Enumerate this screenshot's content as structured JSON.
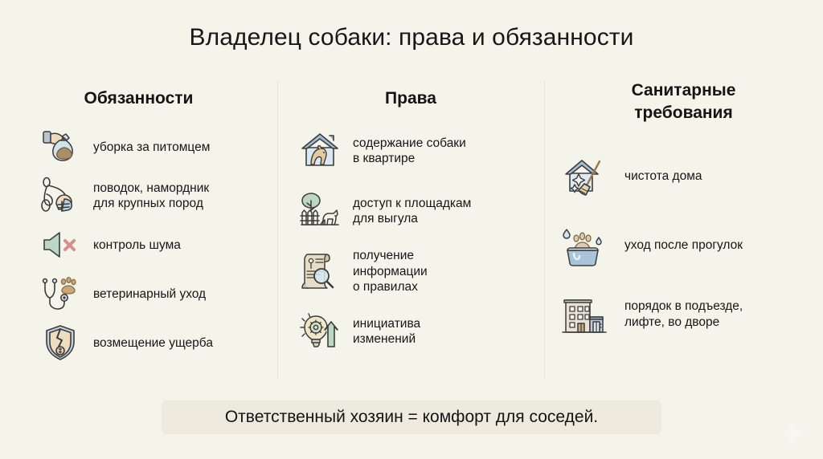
{
  "title": "Владелец собаки: права и обязанности",
  "columns": [
    {
      "heading": "Обязанности",
      "items": [
        {
          "icon": "hand-waste-bag-icon",
          "label": "уборка за питомцем"
        },
        {
          "icon": "leash-muzzle-icon",
          "label": "поводок, намордник\nдля крупных пород"
        },
        {
          "icon": "speaker-mute-icon",
          "label": "контроль шума"
        },
        {
          "icon": "stethoscope-paw-icon",
          "label": "ветеринарный уход"
        },
        {
          "icon": "shield-damage-icon",
          "label": "возмещение ущерба"
        }
      ]
    },
    {
      "heading": "Права",
      "items": [
        {
          "icon": "house-dog-icon",
          "label": "содержание собаки\nв квартире"
        },
        {
          "icon": "tree-fence-dog-icon",
          "label": "доступ к площадкам\nдля выгула"
        },
        {
          "icon": "scroll-magnifier-icon",
          "label": "получение\nинформации\nо правилах"
        },
        {
          "icon": "lightbulb-arrow-icon",
          "label": "инициатива\nизменений"
        }
      ]
    },
    {
      "heading": "Санитарные\nтребования",
      "items": [
        {
          "icon": "house-broom-icon",
          "label": "чистота дома"
        },
        {
          "icon": "paw-basin-icon",
          "label": "уход после прогулок"
        },
        {
          "icon": "building-elevator-icon",
          "label": "порядок в подъезде,\nлифте, во дворе"
        }
      ]
    }
  ],
  "footer": {
    "text": "Ответственный хозяин = комфорт для соседей."
  },
  "colors": {
    "background": "#f4f4ea",
    "banner": "#eeeade",
    "divider": "#e3e3d6",
    "text": "#16161a",
    "ink": "#3c3c3c",
    "blue": "#a8c4dc",
    "blue_light": "#d3e4f0",
    "blue_deep": "#7d9cbc",
    "green": "#b9d3c0",
    "green_deep": "#7aa98c",
    "tan": "#e0c9a6",
    "tan_deep": "#b99a6e",
    "rose": "#e3a7a7",
    "paper": "#ded3c2"
  }
}
